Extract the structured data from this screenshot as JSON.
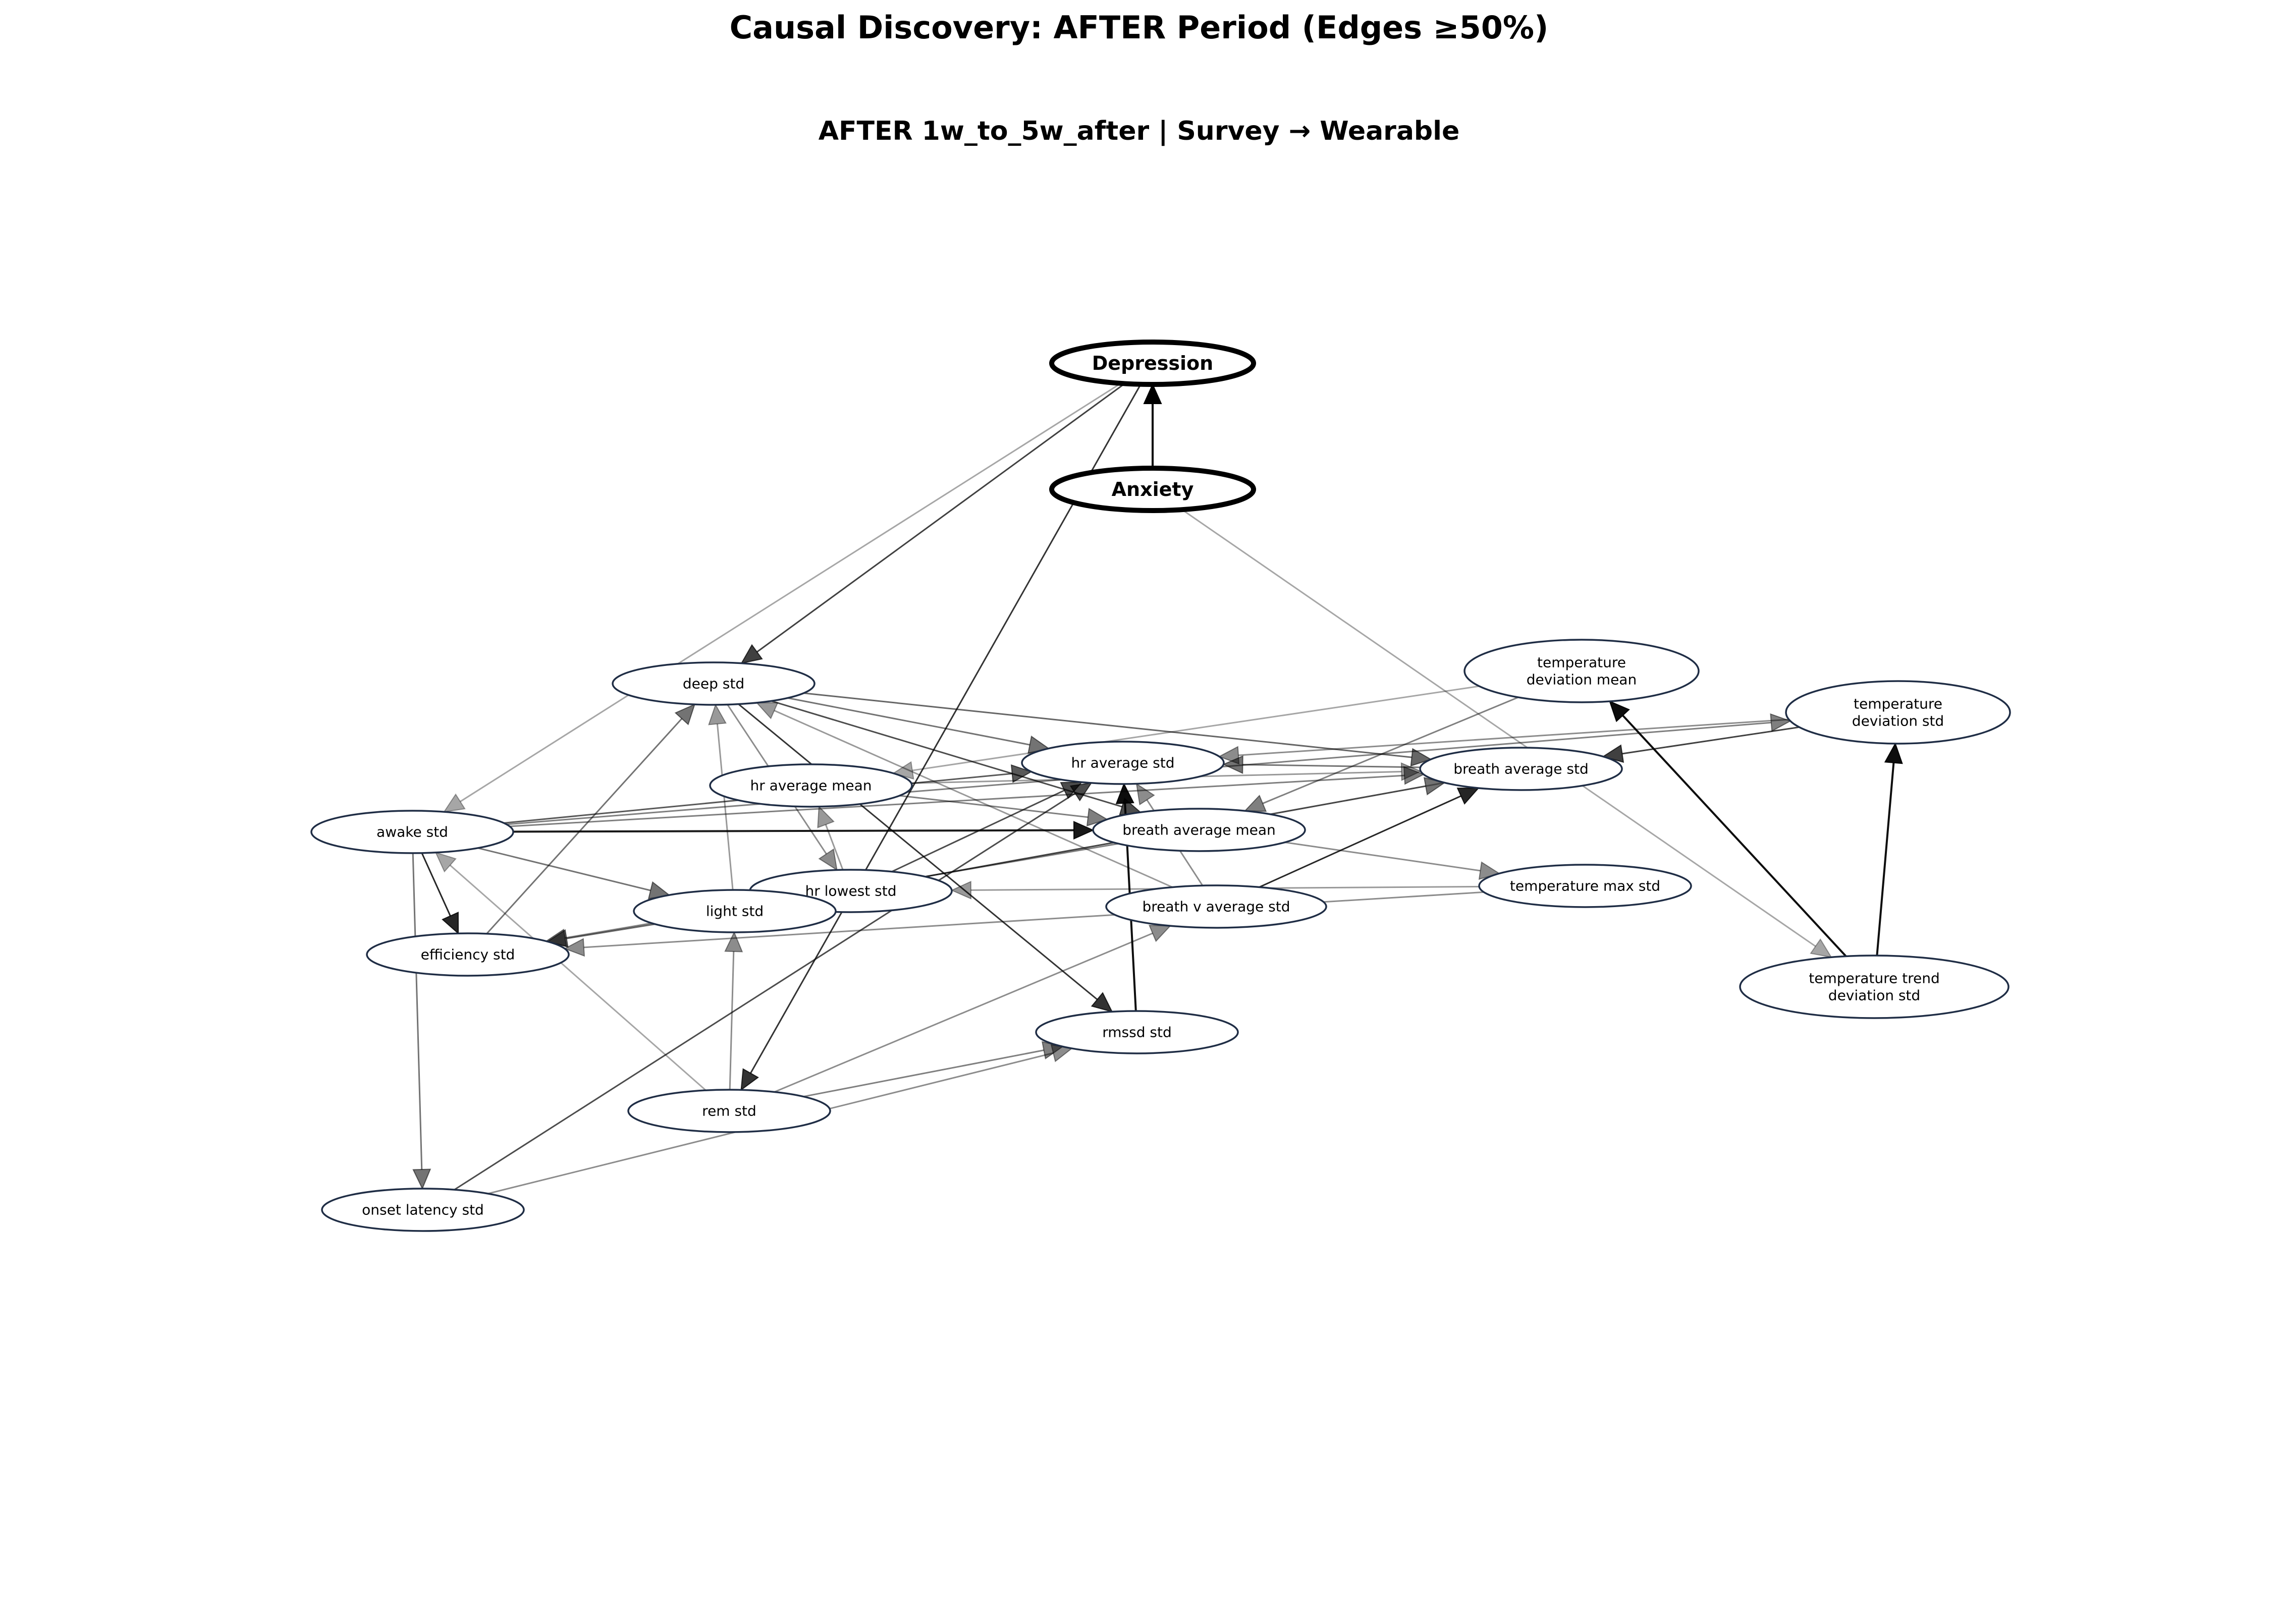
{
  "figure": {
    "title": "Causal Discovery: AFTER Period (Edges ≥50%)",
    "subtitle": "AFTER 1w_to_5w_after | Survey → Wearable"
  },
  "colors": {
    "node_stroke": "#1f2d45",
    "survey_stroke": "#000000",
    "edge": "#000000",
    "background": "#ffffff"
  },
  "nodes": [
    {
      "id": "depression",
      "lines": [
        "Depression"
      ],
      "kind": "survey"
    },
    {
      "id": "anxiety",
      "lines": [
        "Anxiety"
      ],
      "kind": "survey"
    },
    {
      "id": "deep_std",
      "lines": [
        "deep std"
      ],
      "kind": "wearable"
    },
    {
      "id": "temp_dev_mean",
      "lines": [
        "temperature",
        "deviation mean"
      ],
      "kind": "wearable"
    },
    {
      "id": "temp_dev_std",
      "lines": [
        "temperature",
        "deviation std"
      ],
      "kind": "wearable"
    },
    {
      "id": "hr_avg_std",
      "lines": [
        "hr average std"
      ],
      "kind": "wearable"
    },
    {
      "id": "breath_avg_std",
      "lines": [
        "breath average std"
      ],
      "kind": "wearable"
    },
    {
      "id": "hr_avg_mean",
      "lines": [
        "hr average mean"
      ],
      "kind": "wearable"
    },
    {
      "id": "awake_std",
      "lines": [
        "awake std"
      ],
      "kind": "wearable"
    },
    {
      "id": "breath_avg_mean",
      "lines": [
        "breath average mean"
      ],
      "kind": "wearable"
    },
    {
      "id": "temp_max_std",
      "lines": [
        "temperature max std"
      ],
      "kind": "wearable"
    },
    {
      "id": "hr_lowest_std",
      "lines": [
        "hr lowest std"
      ],
      "kind": "wearable"
    },
    {
      "id": "light_std",
      "lines": [
        "light std"
      ],
      "kind": "wearable"
    },
    {
      "id": "breath_v_avg_std",
      "lines": [
        "breath v average std"
      ],
      "kind": "wearable"
    },
    {
      "id": "efficiency_std",
      "lines": [
        "efficiency std"
      ],
      "kind": "wearable"
    },
    {
      "id": "temp_trend_dev_std",
      "lines": [
        "temperature trend",
        "deviation std"
      ],
      "kind": "wearable"
    },
    {
      "id": "rmssd_std",
      "lines": [
        "rmssd std"
      ],
      "kind": "wearable"
    },
    {
      "id": "rem_std",
      "lines": [
        "rem std"
      ],
      "kind": "wearable"
    },
    {
      "id": "onset_latency_std",
      "lines": [
        "onset latency std"
      ],
      "kind": "wearable"
    }
  ],
  "edges": [
    {
      "from": "anxiety",
      "to": "depression",
      "strength": 1.0
    },
    {
      "from": "depression",
      "to": "deep_std",
      "strength": 0.75
    },
    {
      "from": "depression",
      "to": "rem_std",
      "strength": 0.8
    },
    {
      "from": "depression",
      "to": "awake_std",
      "strength": 0.35
    },
    {
      "from": "anxiety",
      "to": "temp_trend_dev_std",
      "strength": 0.35
    },
    {
      "from": "deep_std",
      "to": "breath_avg_std",
      "strength": 0.6
    },
    {
      "from": "deep_std",
      "to": "breath_avg_mean",
      "strength": 0.7
    },
    {
      "from": "deep_std",
      "to": "hr_avg_std",
      "strength": 0.55
    },
    {
      "from": "deep_std",
      "to": "rmssd_std",
      "strength": 0.8
    },
    {
      "from": "deep_std",
      "to": "hr_lowest_std",
      "strength": 0.45
    },
    {
      "from": "temp_dev_mean",
      "to": "hr_avg_mean",
      "strength": 0.35
    },
    {
      "from": "temp_dev_mean",
      "to": "breath_avg_mean",
      "strength": 0.5
    },
    {
      "from": "temp_dev_std",
      "to": "hr_avg_std",
      "strength": 0.45
    },
    {
      "from": "temp_dev_std",
      "to": "breath_avg_std",
      "strength": 0.75
    },
    {
      "from": "breath_avg_std",
      "to": "hr_avg_std",
      "strength": 0.55
    },
    {
      "from": "breath_avg_std",
      "to": "light_std",
      "strength": 0.4
    },
    {
      "from": "awake_std",
      "to": "hr_avg_std",
      "strength": 0.65
    },
    {
      "from": "awake_std",
      "to": "breath_avg_mean",
      "strength": 0.9
    },
    {
      "from": "awake_std",
      "to": "temp_dev_std",
      "strength": 0.5
    },
    {
      "from": "awake_std",
      "to": "efficiency_std",
      "strength": 0.85
    },
    {
      "from": "awake_std",
      "to": "light_std",
      "strength": 0.55
    },
    {
      "from": "awake_std",
      "to": "onset_latency_std",
      "strength": 0.55
    },
    {
      "from": "awake_std",
      "to": "breath_avg_std",
      "strength": 0.5
    },
    {
      "from": "hr_avg_mean",
      "to": "breath_avg_mean",
      "strength": 0.5
    },
    {
      "from": "hr_avg_mean",
      "to": "breath_avg_std",
      "strength": 0.4
    },
    {
      "from": "breath_avg_mean",
      "to": "temp_max_std",
      "strength": 0.45
    },
    {
      "from": "breath_avg_mean",
      "to": "efficiency_std",
      "strength": 0.5
    },
    {
      "from": "hr_lowest_std",
      "to": "hr_avg_mean",
      "strength": 0.4
    },
    {
      "from": "hr_lowest_std",
      "to": "hr_avg_std",
      "strength": 0.7
    },
    {
      "from": "light_std",
      "to": "deep_std",
      "strength": 0.4
    },
    {
      "from": "light_std",
      "to": "efficiency_std",
      "strength": 0.6
    },
    {
      "from": "light_std",
      "to": "breath_avg_std",
      "strength": 0.55
    },
    {
      "from": "breath_v_avg_std",
      "to": "breath_avg_std",
      "strength": 0.85
    },
    {
      "from": "breath_v_avg_std",
      "to": "deep_std",
      "strength": 0.4
    },
    {
      "from": "breath_v_avg_std",
      "to": "hr_avg_std",
      "strength": 0.45
    },
    {
      "from": "temp_max_std",
      "to": "efficiency_std",
      "strength": 0.45
    },
    {
      "from": "temp_max_std",
      "to": "hr_lowest_std",
      "strength": 0.4
    },
    {
      "from": "efficiency_std",
      "to": "deep_std",
      "strength": 0.55
    },
    {
      "from": "rem_std",
      "to": "light_std",
      "strength": 0.45
    },
    {
      "from": "rem_std",
      "to": "awake_std",
      "strength": 0.35
    },
    {
      "from": "rem_std",
      "to": "rmssd_std",
      "strength": 0.5
    },
    {
      "from": "rem_std",
      "to": "breath_v_avg_std",
      "strength": 0.45
    },
    {
      "from": "onset_latency_std",
      "to": "hr_avg_std",
      "strength": 0.7
    },
    {
      "from": "onset_latency_std",
      "to": "rmssd_std",
      "strength": 0.45
    },
    {
      "from": "rmssd_std",
      "to": "hr_avg_std",
      "strength": 0.95
    },
    {
      "from": "temp_trend_dev_std",
      "to": "temp_dev_mean",
      "strength": 0.95
    },
    {
      "from": "temp_trend_dev_std",
      "to": "temp_dev_std",
      "strength": 0.95
    }
  ]
}
